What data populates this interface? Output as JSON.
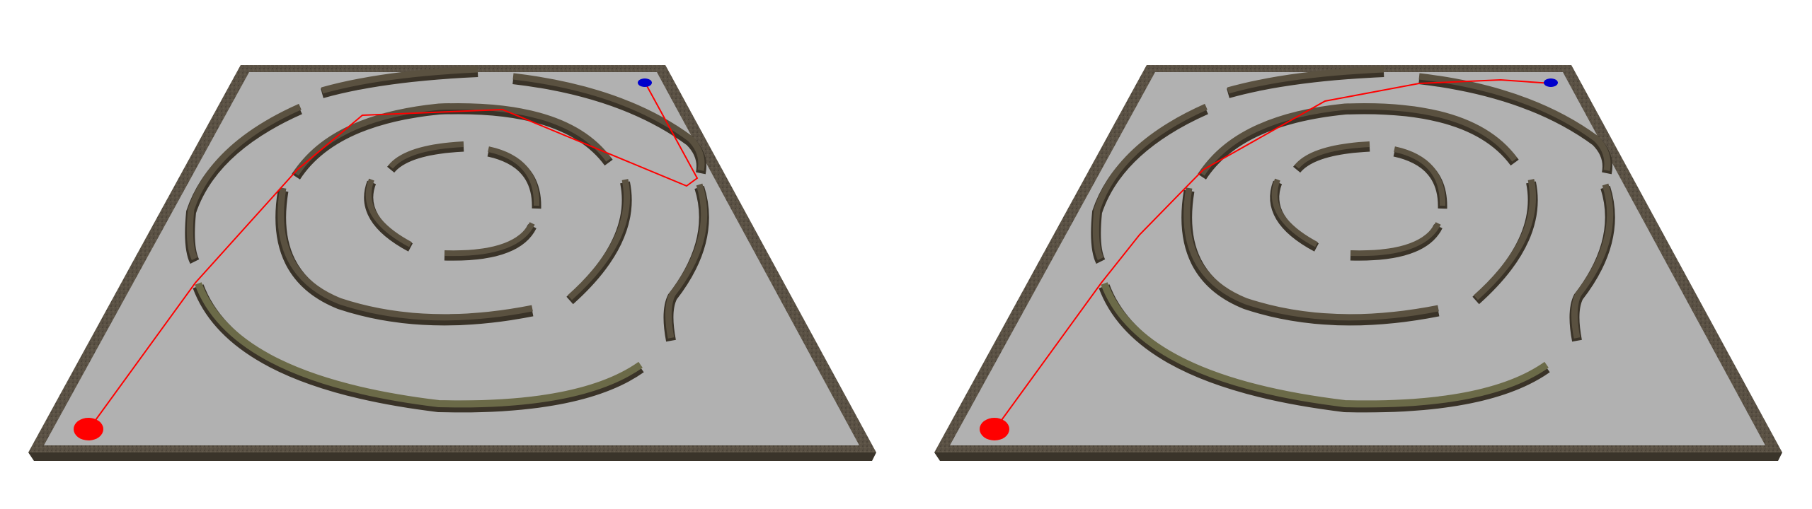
{
  "scene": {
    "panels": [
      {
        "id": "left",
        "path_label": "path-left"
      },
      {
        "id": "right",
        "path_label": "path-right"
      }
    ],
    "colors": {
      "background": "#ffffff",
      "floor": "#b1b1b1",
      "wall_top": "#5a5140",
      "wall_side": "#3a3328",
      "wall_edge": "#2a2520",
      "highlight_wall": "#6b6a48",
      "path": "#ff0000",
      "start_marker": "#ff0000",
      "goal_marker": "#0000cc"
    }
  }
}
